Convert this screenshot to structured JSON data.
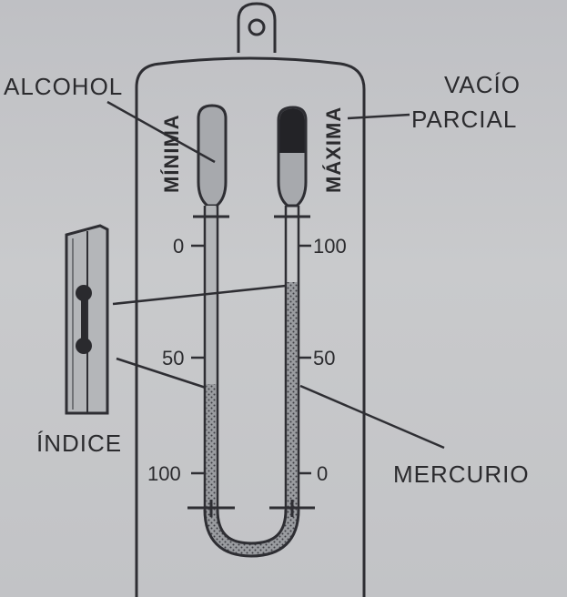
{
  "labels": {
    "alcohol": "ALCOHOL",
    "vacio": "VACÍO",
    "parcial": "PARCIAL",
    "minima": "MÍNIMA",
    "maxima": "MÁXIMA",
    "indice": "ÍNDICE",
    "mercurio": "MERCURIO"
  },
  "scales": {
    "minima": [
      "0",
      "50",
      "100"
    ],
    "maxima": [
      "100",
      "50",
      "0"
    ]
  }
}
